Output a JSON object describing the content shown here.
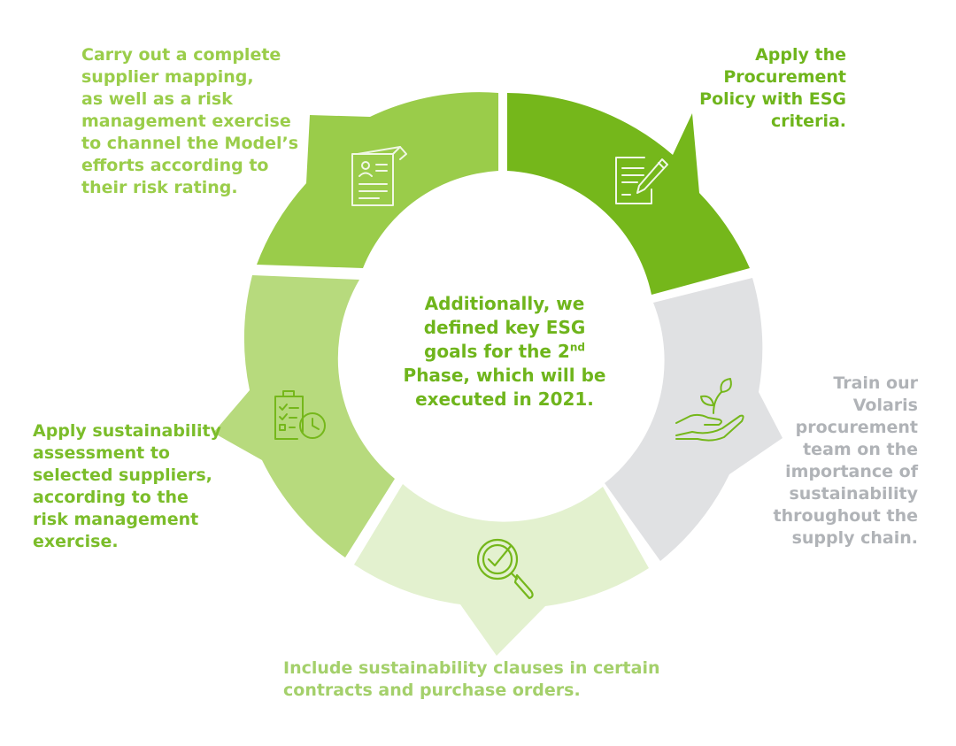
{
  "colors": {
    "segment_top_right": "#75b71b",
    "segment_top_left": "#9acc4a",
    "segment_left": "#b7da7d",
    "segment_bottom": "#e3f1cf",
    "segment_right": "#e0e1e3",
    "text_top_right": "#6fb51c",
    "text_top_left": "#9acd4a",
    "text_left": "#7bbd2a",
    "text_bottom": "#a4d06b",
    "text_right": "#b0b3b7",
    "text_center": "#6fb51c"
  },
  "center": {
    "line1": "Additionally, we",
    "line2": "defined key ESG",
    "line3_text": "goals for the 2",
    "line3_sup": "nd",
    "line4": "Phase, which will be",
    "line5": "executed in 2021."
  },
  "steps": [
    {
      "id": "top-right",
      "icon": "contract-signing-icon",
      "lines": [
        "Apply the",
        "Procurement",
        "Policy with ESG",
        "criteria."
      ]
    },
    {
      "id": "right",
      "icon": "plant-in-hand-icon",
      "lines": [
        "Train our",
        "Volaris",
        "procurement",
        "team on the",
        "importance of",
        "sustainability",
        "throughout the",
        "supply chain."
      ]
    },
    {
      "id": "bottom",
      "icon": "checkmark-magnifier-icon",
      "lines": [
        "Include sustainability clauses in certain",
        "contracts and purchase orders."
      ]
    },
    {
      "id": "left",
      "icon": "clipboard-checklist-clock-icon",
      "lines": [
        "Apply sustainability",
        "assessment to",
        "selected suppliers,",
        "according to the",
        "risk management",
        "exercise."
      ]
    },
    {
      "id": "top-left",
      "icon": "document-scroll-icon",
      "lines": [
        "Carry out a complete",
        "supplier mapping,",
        "as well as a risk",
        "management exercise",
        "to channel the Model’s",
        "efforts according to",
        "their risk rating."
      ]
    }
  ]
}
